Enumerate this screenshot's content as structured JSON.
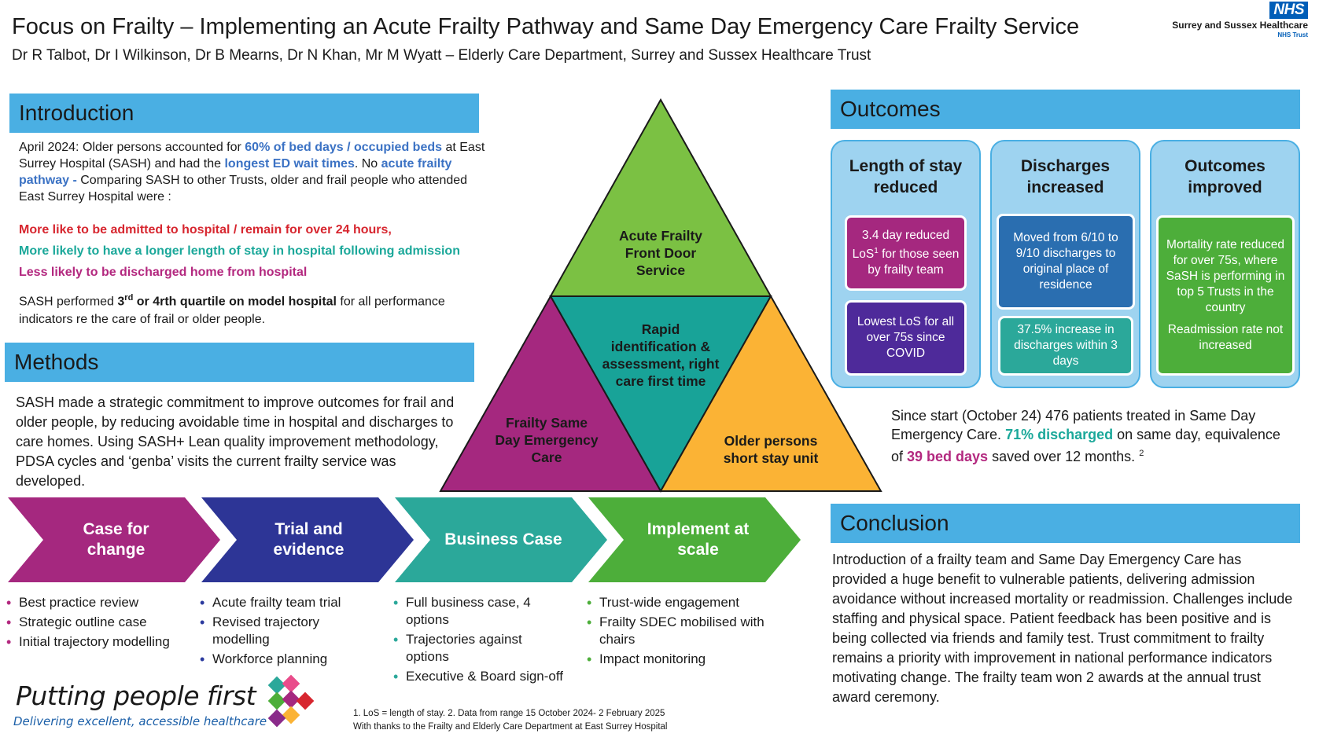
{
  "header": {
    "title": "Focus on Frailty – Implementing an Acute Frailty Pathway and Same Day Emergency Care Frailty Service",
    "authors": "Dr R Talbot, Dr I Wilkinson, Dr B Mearns, Dr N Khan, Mr M Wyatt – Elderly Care Department, Surrey and Sussex Healthcare Trust",
    "logo": {
      "nhs": "NHS",
      "org": "Surrey and Sussex Healthcare",
      "trust": "NHS Trust",
      "color": "#005EB8"
    }
  },
  "introduction": {
    "heading": "Introduction",
    "p1": {
      "a": "April 2024: Older persons accounted for ",
      "b": "60% of bed days / occupied beds",
      "c": " at East Surrey Hospital (SASH) and had the ",
      "d": "longest ED wait times",
      "e": ". No ",
      "f": "acute frailty pathway - ",
      "g": "Comparing SASH to other Trusts, older and frail people who attended East Surrey Hospital were :"
    },
    "findings": [
      "More like to be admitted to hospital / remain for over 24 hours,",
      "More likely to have a longer length of stay in hospital following admission",
      "Less likely to be discharged home from hospital"
    ],
    "p2": {
      "a": "SASH performed ",
      "b": "3",
      "sup": "rd",
      "c": " or 4rth quartile on model hospital",
      "d": " for all performance indicators re the care of frail or older people."
    }
  },
  "methods": {
    "heading": "Methods",
    "text": "SASH made a strategic commitment to improve outcomes for frail and older people, by reducing avoidable time in hospital and discharges to care homes. Using SASH+ Lean quality improvement methodology, PDSA cycles and ‘genba’ visits   the current frailty service was developed."
  },
  "triangle": {
    "top": "Acute Frailty Front Door Service",
    "center": "Rapid identification & assessment, right care first time",
    "left": "Frailty Same Day Emergency Care",
    "right": "Older persons short stay unit",
    "colors": {
      "top": "#7BC143",
      "center": "#18A398",
      "left": "#A5287F",
      "right": "#FBB335"
    }
  },
  "process": [
    {
      "label": "Case for change",
      "color": "#A5287F",
      "bullets": [
        "Best practice review",
        "Strategic outline case",
        "Initial trajectory modelling"
      ]
    },
    {
      "label": "Trial and evidence",
      "color": "#2D3596",
      "bullets": [
        "Acute frailty team trial",
        "Revised trajectory modelling",
        "Workforce planning"
      ]
    },
    {
      "label": "Business Case",
      "color": "#2BA89A",
      "bullets": [
        "Full business case, 4 options",
        "Trajectories against options",
        "Executive & Board sign-off"
      ]
    },
    {
      "label": "Implement at scale",
      "color": "#4DAE3A",
      "bullets": [
        "Trust-wide engagement",
        "Frailty SDEC mobilised with chairs",
        "Impact monitoring"
      ]
    }
  ],
  "outcomes": {
    "heading": "Outcomes",
    "columns": [
      {
        "title": "Length of stay reduced",
        "boxes": [
          {
            "text": "3.4 day reduced LoS",
            "sup": "1",
            "text2": " for those seen by frailty team",
            "color": "#A5287F"
          },
          {
            "text": "Lowest LoS for all over 75s since COVID",
            "color": "#4E2A9A"
          }
        ]
      },
      {
        "title": "Discharges increased",
        "boxes": [
          {
            "text": "Moved from 6/10 to 9/10 discharges to original place of residence",
            "color": "#2A6EB0"
          },
          {
            "text": "37.5% increase in discharges within 3 days",
            "color": "#2BA89A"
          }
        ]
      },
      {
        "title": "Outcomes improved",
        "boxes": [
          {
            "text": "Mortality rate reduced for over 75s, where SaSH is performing in top 5 Trusts in the country",
            "text2": "Readmission rate not increased",
            "color": "#4DAE3A"
          }
        ]
      }
    ],
    "summary": {
      "a": "Since start (October 24) 476 patients treated in Same Day Emergency Care. ",
      "b": "71% discharged",
      "c": " on same day, equivalence of ",
      "d": "39 bed days",
      "e": " saved over 12 months. ",
      "sup": "2"
    }
  },
  "conclusion": {
    "heading": "Conclusion",
    "text": "Introduction of a frailty team and Same Day Emergency Care has provided a huge benefit to vulnerable patients, delivering admission avoidance without increased mortality or readmission. Challenges include staffing and physical space. Patient feedback has been positive and is being collected via friends and family test. Trust commitment to frailty remains a priority with improvement in national performance indicators  motivating change. The frailty team won 2 awards at the annual trust award ceremony."
  },
  "footer": {
    "tagline": "Putting people first",
    "subtag": "Delivering excellent, accessible healthcare",
    "note1": "1.      LoS = length of stay. 2. Data from range 15 October 2024- 2 February 2025",
    "note2": "With thanks to the Frailty and Elderly Care Department at East Surrey Hospital"
  }
}
